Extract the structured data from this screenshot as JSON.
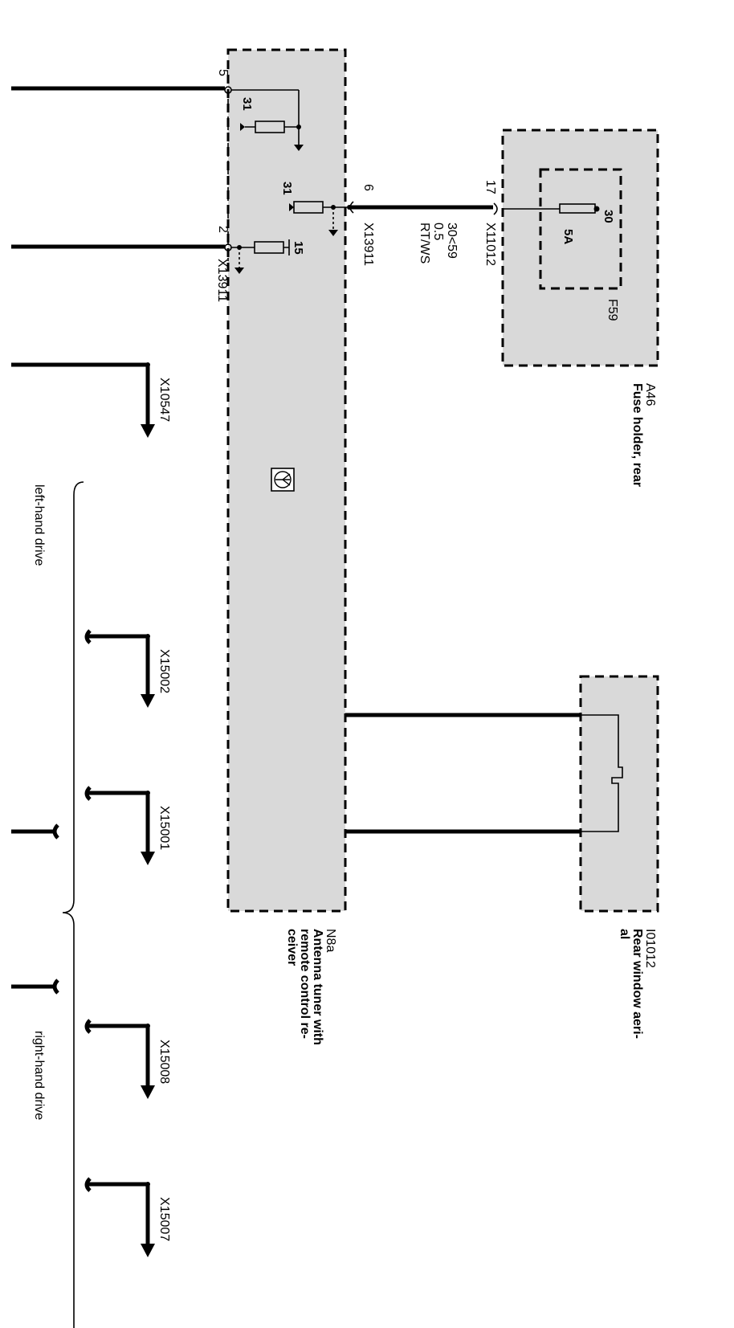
{
  "components": {
    "fuse_holder": {
      "id": "A46",
      "name": "Fuse holder, rear"
    },
    "fuse": {
      "id": "F59",
      "rating": "5A",
      "terminal": "30"
    },
    "tuner": {
      "id": "N8a",
      "name_lines": [
        "Antenna tuner with",
        "remote control re-",
        "ceiver"
      ]
    },
    "aerial": {
      "id": "I01012",
      "name_lines": [
        "Rear window aeri-",
        "al"
      ]
    }
  },
  "connectors": {
    "fuse_conn": "X11012",
    "tuner_conn_right": "X13911",
    "tuner_conn_left": "X13911",
    "ground_1": "X10547",
    "ground_2": "X15002",
    "ground_3": "X15001",
    "ground_4": "X15008",
    "ground_5": "X15007"
  },
  "pins": {
    "p5": "5",
    "p2": "2",
    "p6": "6",
    "p17": "17",
    "t31_a": "31",
    "t31_b": "31",
    "t15": "15"
  },
  "wire": {
    "spec": "30<59",
    "size": "0.5",
    "color": "RT/WS"
  },
  "drive_groups": {
    "left": "left-hand drive",
    "right": "right-hand drive"
  }
}
